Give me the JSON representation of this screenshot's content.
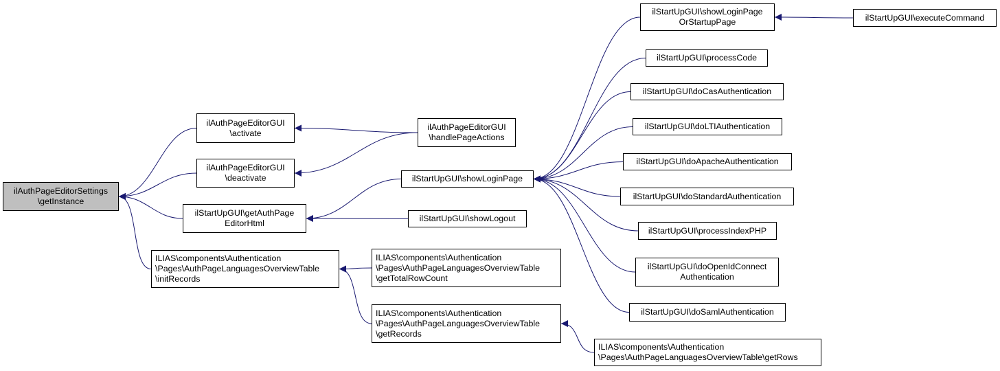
{
  "colors": {
    "edge": "#191970",
    "root_fill": "#bfbfbf",
    "node_fill": "#ffffff",
    "border": "#000000"
  },
  "nodes": [
    {
      "id": "root",
      "lines": [
        "ilAuthPageEditorSettings",
        "\\getInstance"
      ]
    },
    {
      "id": "activate",
      "lines": [
        "ilAuthPageEditorGUI",
        "\\activate"
      ]
    },
    {
      "id": "deactivate",
      "lines": [
        "ilAuthPageEditorGUI",
        "\\deactivate"
      ]
    },
    {
      "id": "getAuthPageEditorHtml",
      "lines": [
        "ilStartUpGUI\\getAuthPage",
        "EditorHtml"
      ]
    },
    {
      "id": "initRecords",
      "lines": [
        "ILIAS\\components\\Authentication",
        "\\Pages\\AuthPageLanguagesOverviewTable",
        "\\initRecords"
      ]
    },
    {
      "id": "handlePageActions",
      "lines": [
        "ilAuthPageEditorGUI",
        "\\handlePageActions"
      ]
    },
    {
      "id": "showLoginPage",
      "lines": [
        "ilStartUpGUI\\showLoginPage"
      ]
    },
    {
      "id": "showLogout",
      "lines": [
        "ilStartUpGUI\\showLogout"
      ]
    },
    {
      "id": "getTotalRowCount",
      "lines": [
        "ILIAS\\components\\Authentication",
        "\\Pages\\AuthPageLanguagesOverviewTable",
        "\\getTotalRowCount"
      ]
    },
    {
      "id": "getRecords",
      "lines": [
        "ILIAS\\components\\Authentication",
        "\\Pages\\AuthPageLanguagesOverviewTable",
        "\\getRecords"
      ]
    },
    {
      "id": "showLoginPageOrStartupPage",
      "lines": [
        "ilStartUpGUI\\showLoginPage",
        "OrStartupPage"
      ]
    },
    {
      "id": "processCode",
      "lines": [
        "ilStartUpGUI\\processCode"
      ]
    },
    {
      "id": "doCasAuthentication",
      "lines": [
        "ilStartUpGUI\\doCasAuthentication"
      ]
    },
    {
      "id": "doLTIAuthentication",
      "lines": [
        "ilStartUpGUI\\doLTIAuthentication"
      ]
    },
    {
      "id": "doApacheAuthentication",
      "lines": [
        "ilStartUpGUI\\doApacheAuthentication"
      ]
    },
    {
      "id": "doStandardAuthentication",
      "lines": [
        "ilStartUpGUI\\doStandardAuthentication"
      ]
    },
    {
      "id": "processIndexPHP",
      "lines": [
        "ilStartUpGUI\\processIndexPHP"
      ]
    },
    {
      "id": "doOpenIdConnectAuthentication",
      "lines": [
        "ilStartUpGUI\\doOpenIdConnect",
        "Authentication"
      ]
    },
    {
      "id": "doSamlAuthentication",
      "lines": [
        "ilStartUpGUI\\doSamlAuthentication"
      ]
    },
    {
      "id": "executeCommand",
      "lines": [
        "ilStartUpGUI\\executeCommand"
      ]
    },
    {
      "id": "getRows",
      "lines": [
        "ILIAS\\components\\Authentication",
        "\\Pages\\AuthPageLanguagesOverviewTable\\getRows"
      ]
    }
  ],
  "edges": [
    {
      "from": "activate",
      "to": "root"
    },
    {
      "from": "deactivate",
      "to": "root"
    },
    {
      "from": "getAuthPageEditorHtml",
      "to": "root"
    },
    {
      "from": "initRecords",
      "to": "root"
    },
    {
      "from": "handlePageActions",
      "to": "activate"
    },
    {
      "from": "handlePageActions",
      "to": "deactivate"
    },
    {
      "from": "showLoginPage",
      "to": "getAuthPageEditorHtml"
    },
    {
      "from": "showLogout",
      "to": "getAuthPageEditorHtml"
    },
    {
      "from": "getTotalRowCount",
      "to": "initRecords"
    },
    {
      "from": "getRecords",
      "to": "initRecords"
    },
    {
      "from": "showLoginPageOrStartupPage",
      "to": "showLoginPage"
    },
    {
      "from": "processCode",
      "to": "showLoginPage"
    },
    {
      "from": "doCasAuthentication",
      "to": "showLoginPage"
    },
    {
      "from": "doLTIAuthentication",
      "to": "showLoginPage"
    },
    {
      "from": "doApacheAuthentication",
      "to": "showLoginPage"
    },
    {
      "from": "doStandardAuthentication",
      "to": "showLoginPage"
    },
    {
      "from": "processIndexPHP",
      "to": "showLoginPage"
    },
    {
      "from": "doOpenIdConnectAuthentication",
      "to": "showLoginPage"
    },
    {
      "from": "doSamlAuthentication",
      "to": "showLoginPage"
    },
    {
      "from": "executeCommand",
      "to": "showLoginPageOrStartupPage"
    },
    {
      "from": "getRows",
      "to": "getRecords"
    }
  ]
}
